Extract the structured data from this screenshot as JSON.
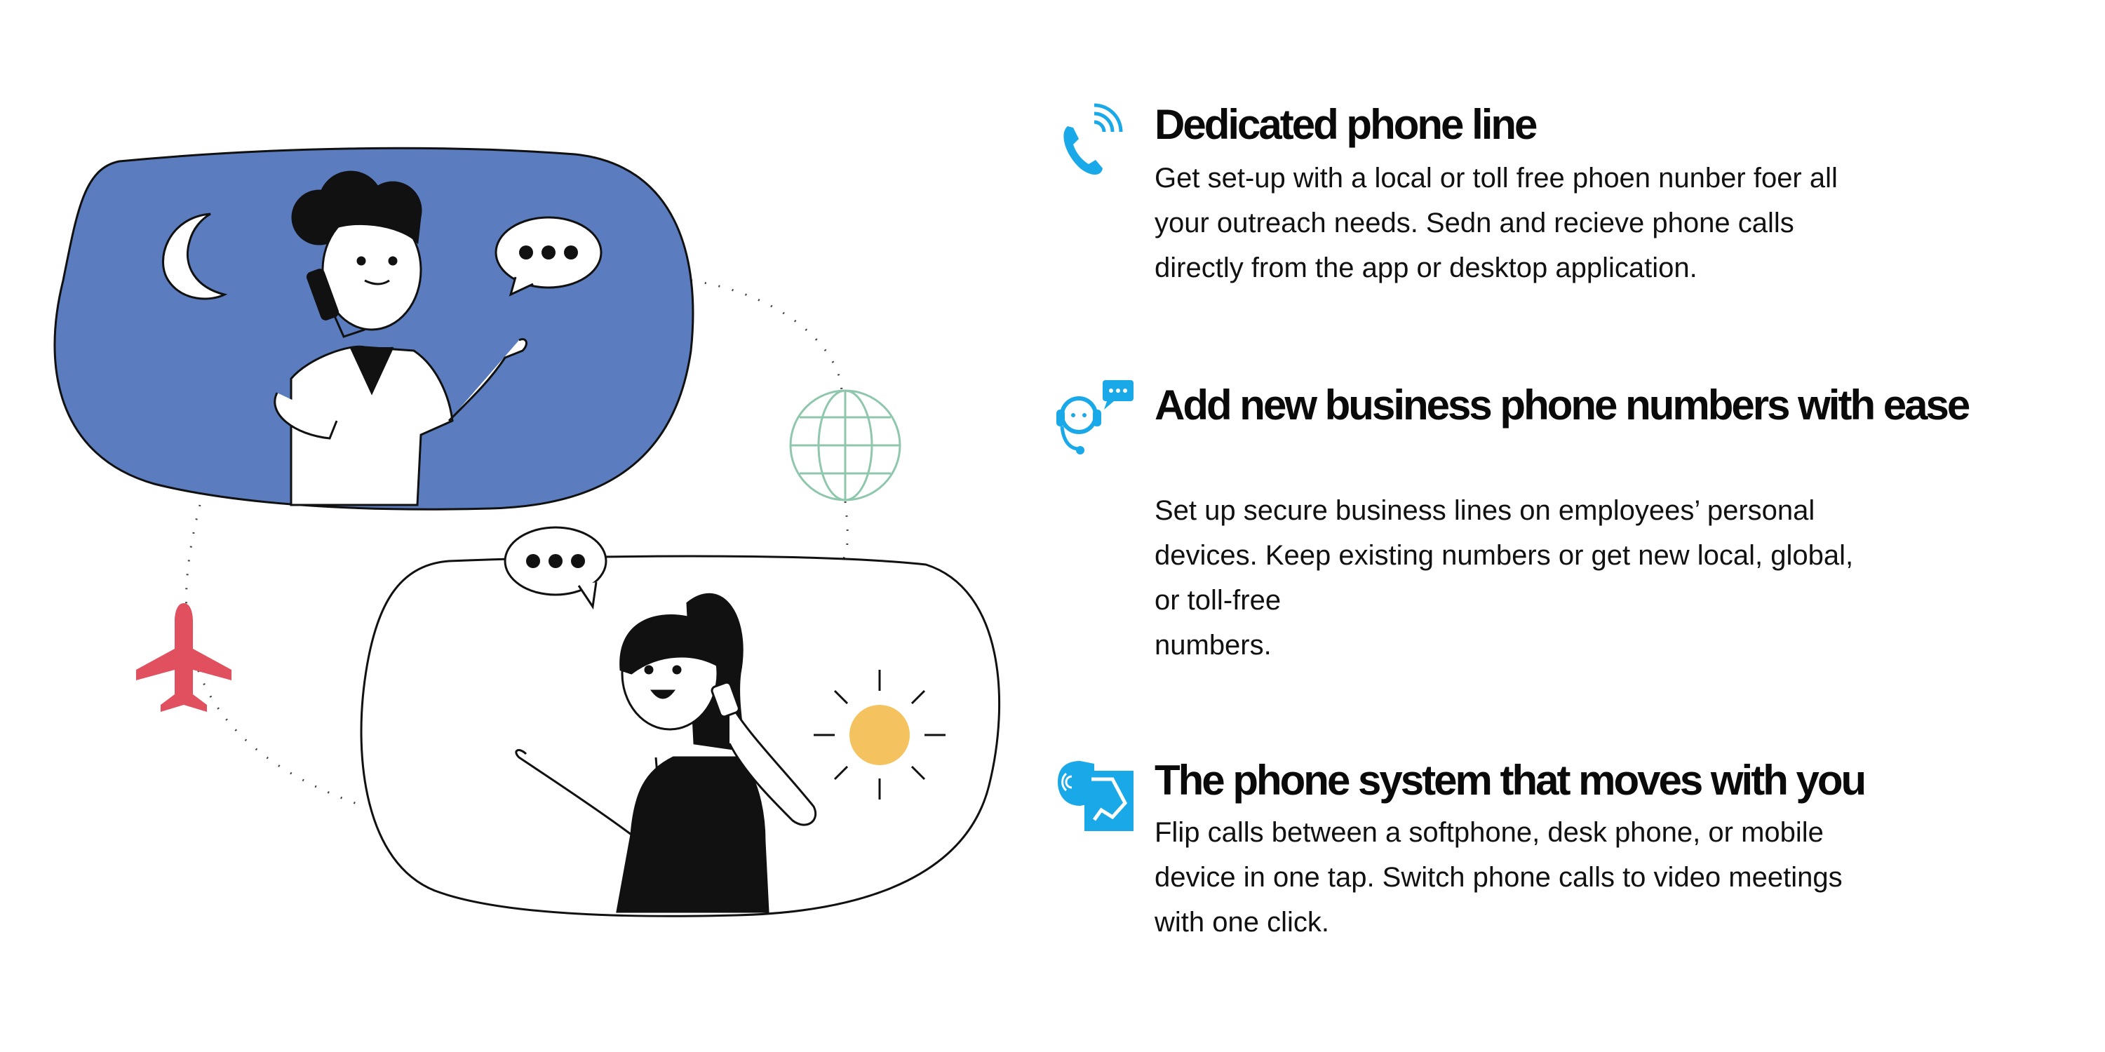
{
  "features": [
    {
      "icon": "phone-ringing-icon",
      "title": "Dedicated phone line",
      "body_lines": [
        "Get set-up with a local or toll free phoen nunber foer all",
        "your outreach needs. Sedn and recieve phone calls",
        "directly from the app or desktop application."
      ]
    },
    {
      "icon": "support-agent-headset-icon",
      "title": "Add new business phone numbers with ease",
      "body_lines": [
        "Set up secure business lines on employees’ personal",
        "devices. Keep existing numbers or get new local, global,",
        "or toll-free",
        "numbers."
      ]
    },
    {
      "icon": "phone-handoff-icon",
      "title": "The phone system that moves with you",
      "body_lines": [
        "Flip calls between a softphone, desk phone, or mobile",
        "device in one tap. Switch phone calls to video meetings",
        "with one click."
      ]
    }
  ],
  "colors": {
    "accent": "#1aa9e8",
    "blob": "#5b7dbf",
    "plane": "#e0505e",
    "sun": "#f4c25e",
    "globe": "#8fc7ad"
  }
}
